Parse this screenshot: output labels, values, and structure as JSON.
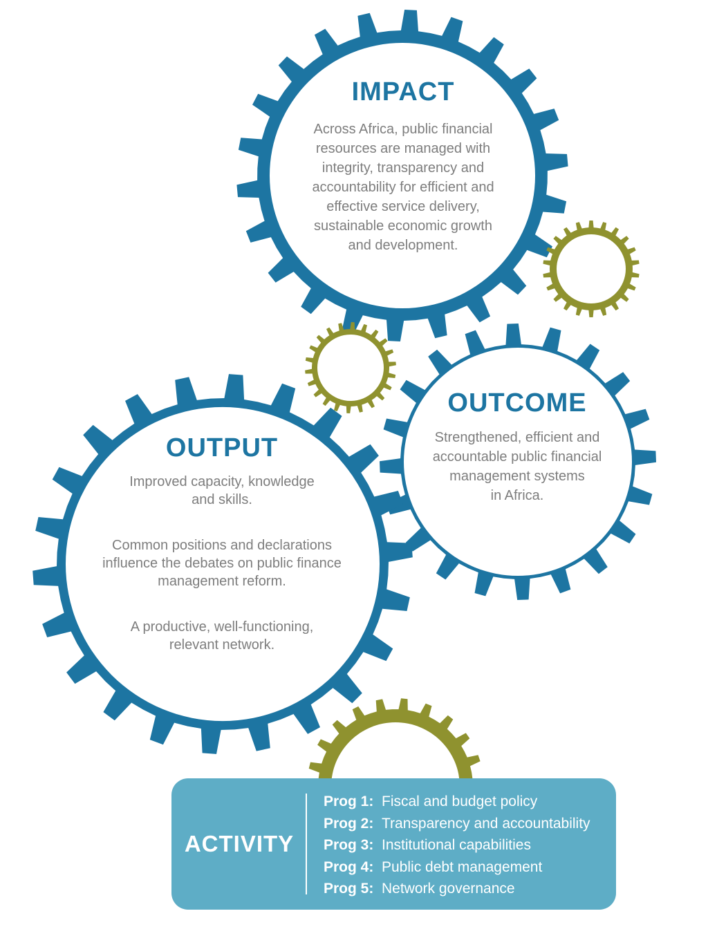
{
  "colors": {
    "primary_gear": "#1d75a2",
    "small_gear": "#8f922f",
    "activity_box": "#5eadc6",
    "body_text": "#7d7d7d"
  },
  "impact": {
    "title": "IMPACT",
    "lines": [
      "Across Africa, public financial",
      "resources are managed with",
      "integrity, transparency and",
      "accountability for efficient and",
      "effective service delivery,",
      "sustainable economic growth",
      "and development."
    ]
  },
  "outcome": {
    "title": "OUTCOME",
    "lines": [
      "Strengthened, efficient and",
      "accountable public financial",
      "management systems",
      "in Africa."
    ]
  },
  "output": {
    "title": "OUTPUT",
    "items": [
      [
        "Improved capacity, knowledge",
        "and skills."
      ],
      [
        "Common positions and declarations",
        "influence the debates on public finance",
        "management reform."
      ],
      [
        "A productive, well-functioning,",
        "relevant network."
      ]
    ]
  },
  "activity": {
    "title": "ACTIVITY",
    "programs": [
      {
        "label": "Prog 1:",
        "name": "Fiscal and budget policy"
      },
      {
        "label": "Prog 2:",
        "name": "Transparency and accountability"
      },
      {
        "label": "Prog 3:",
        "name": "Institutional capabilities"
      },
      {
        "label": "Prog 4:",
        "name": "Public debt management"
      },
      {
        "label": "Prog 5:",
        "name": "Network governance"
      }
    ]
  }
}
